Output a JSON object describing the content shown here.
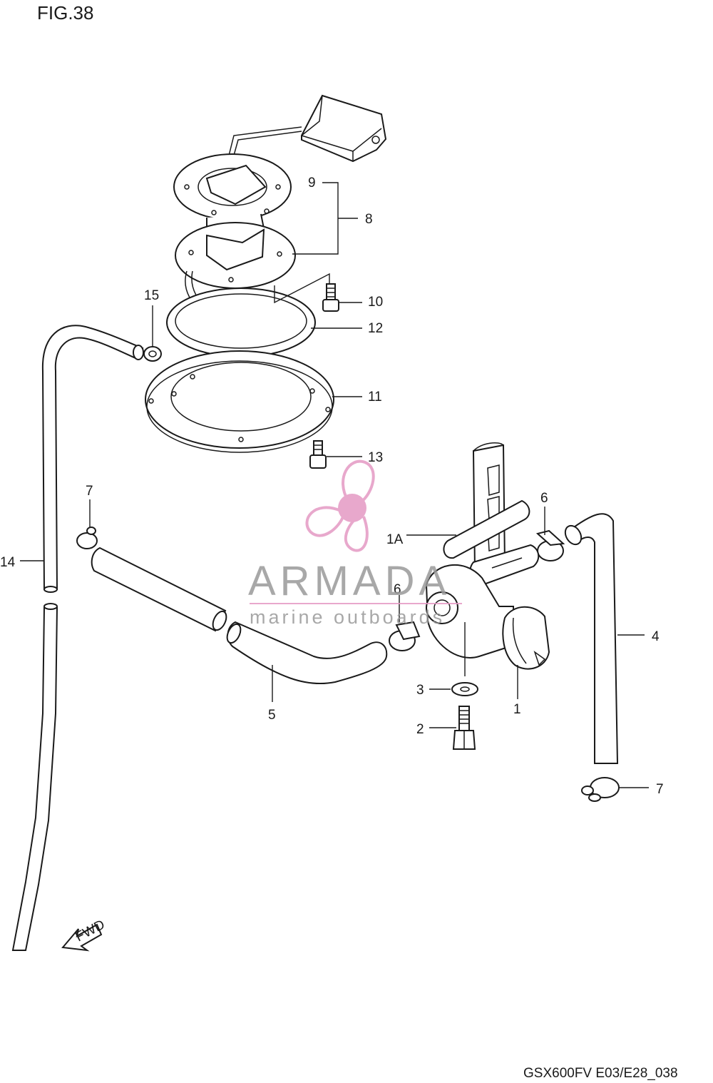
{
  "figure_title": "FIG.38",
  "reference_code": "GSX600FV E03/E28_038",
  "direction_arrow_text": "FWD",
  "watermark": {
    "brand": "ARMADA",
    "tagline": "marine outboards",
    "accent_color": "#e49ac4",
    "text_color": "#9a9a9a"
  },
  "callouts": {
    "c9": "9",
    "c8": "8",
    "c10": "10",
    "c12": "12",
    "c15": "15",
    "c11": "11",
    "c13": "13",
    "c7a": "7",
    "c6a": "6",
    "c1a": "1A",
    "c14": "14",
    "c6b": "6",
    "c4": "4",
    "c3": "3",
    "c1": "1",
    "c5": "5",
    "c2": "2",
    "c7b": "7"
  }
}
